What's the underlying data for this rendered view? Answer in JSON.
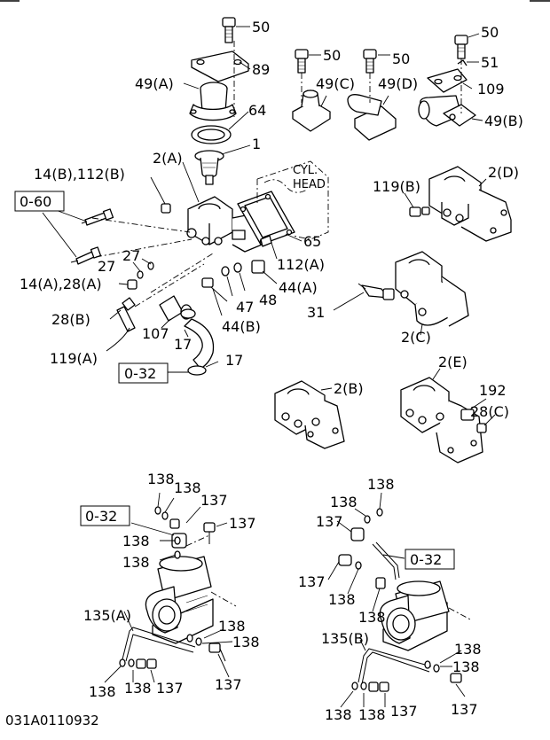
{
  "callouts": {
    "p50a": "50",
    "p89": "89",
    "p49a": "49(A)",
    "p64": "64",
    "p1": "1",
    "p2a": "2(A)",
    "p14b112b": "14(B),112(B)",
    "ref060": "0-60",
    "p27a": "27",
    "p27b": "27",
    "p14a28a": "14(A),28(A)",
    "p28b": "28(B)",
    "p119a": "119(A)",
    "p107": "107",
    "p17a": "17",
    "ref032a": "0-32",
    "p17b": "17",
    "p44b": "44(B)",
    "p47": "47",
    "p48": "48",
    "p44a": "44(A)",
    "p112a": "112(A)",
    "p65": "65",
    "cyl1": "CYL.",
    "cyl2": "HEAD",
    "p50b": "50",
    "p49c": "49(C)",
    "p50c": "50",
    "p49d": "49(D)",
    "p50d": "50",
    "p51": "51",
    "p109": "109",
    "p49b": "49(B)",
    "p2d": "2(D)",
    "p119b": "119(B)",
    "p31": "31",
    "p2c": "2(C)",
    "p2b": "2(B)",
    "p2e": "2(E)",
    "p192": "192",
    "p28c": "28(C)",
    "l138a": "138",
    "l138b": "138",
    "l137a": "137",
    "l137b": "137",
    "ref032b": "0-32",
    "l138c": "138",
    "l138d": "138",
    "l135a": "135(A)",
    "l138e": "138",
    "l138f": "138",
    "l138g": "138",
    "l138h": "138",
    "l137c": "137",
    "l137d": "137",
    "r138a": "138",
    "r138b": "138",
    "r137a": "137",
    "ref032c": "0-32",
    "r137b": "137",
    "r138c": "138",
    "r138d": "138",
    "r135b": "135(B)",
    "r138e": "138",
    "r138f": "138",
    "r138g": "138",
    "r138h": "138",
    "r137c": "137",
    "r137d": "137"
  },
  "drawing_number": "031A0110932"
}
